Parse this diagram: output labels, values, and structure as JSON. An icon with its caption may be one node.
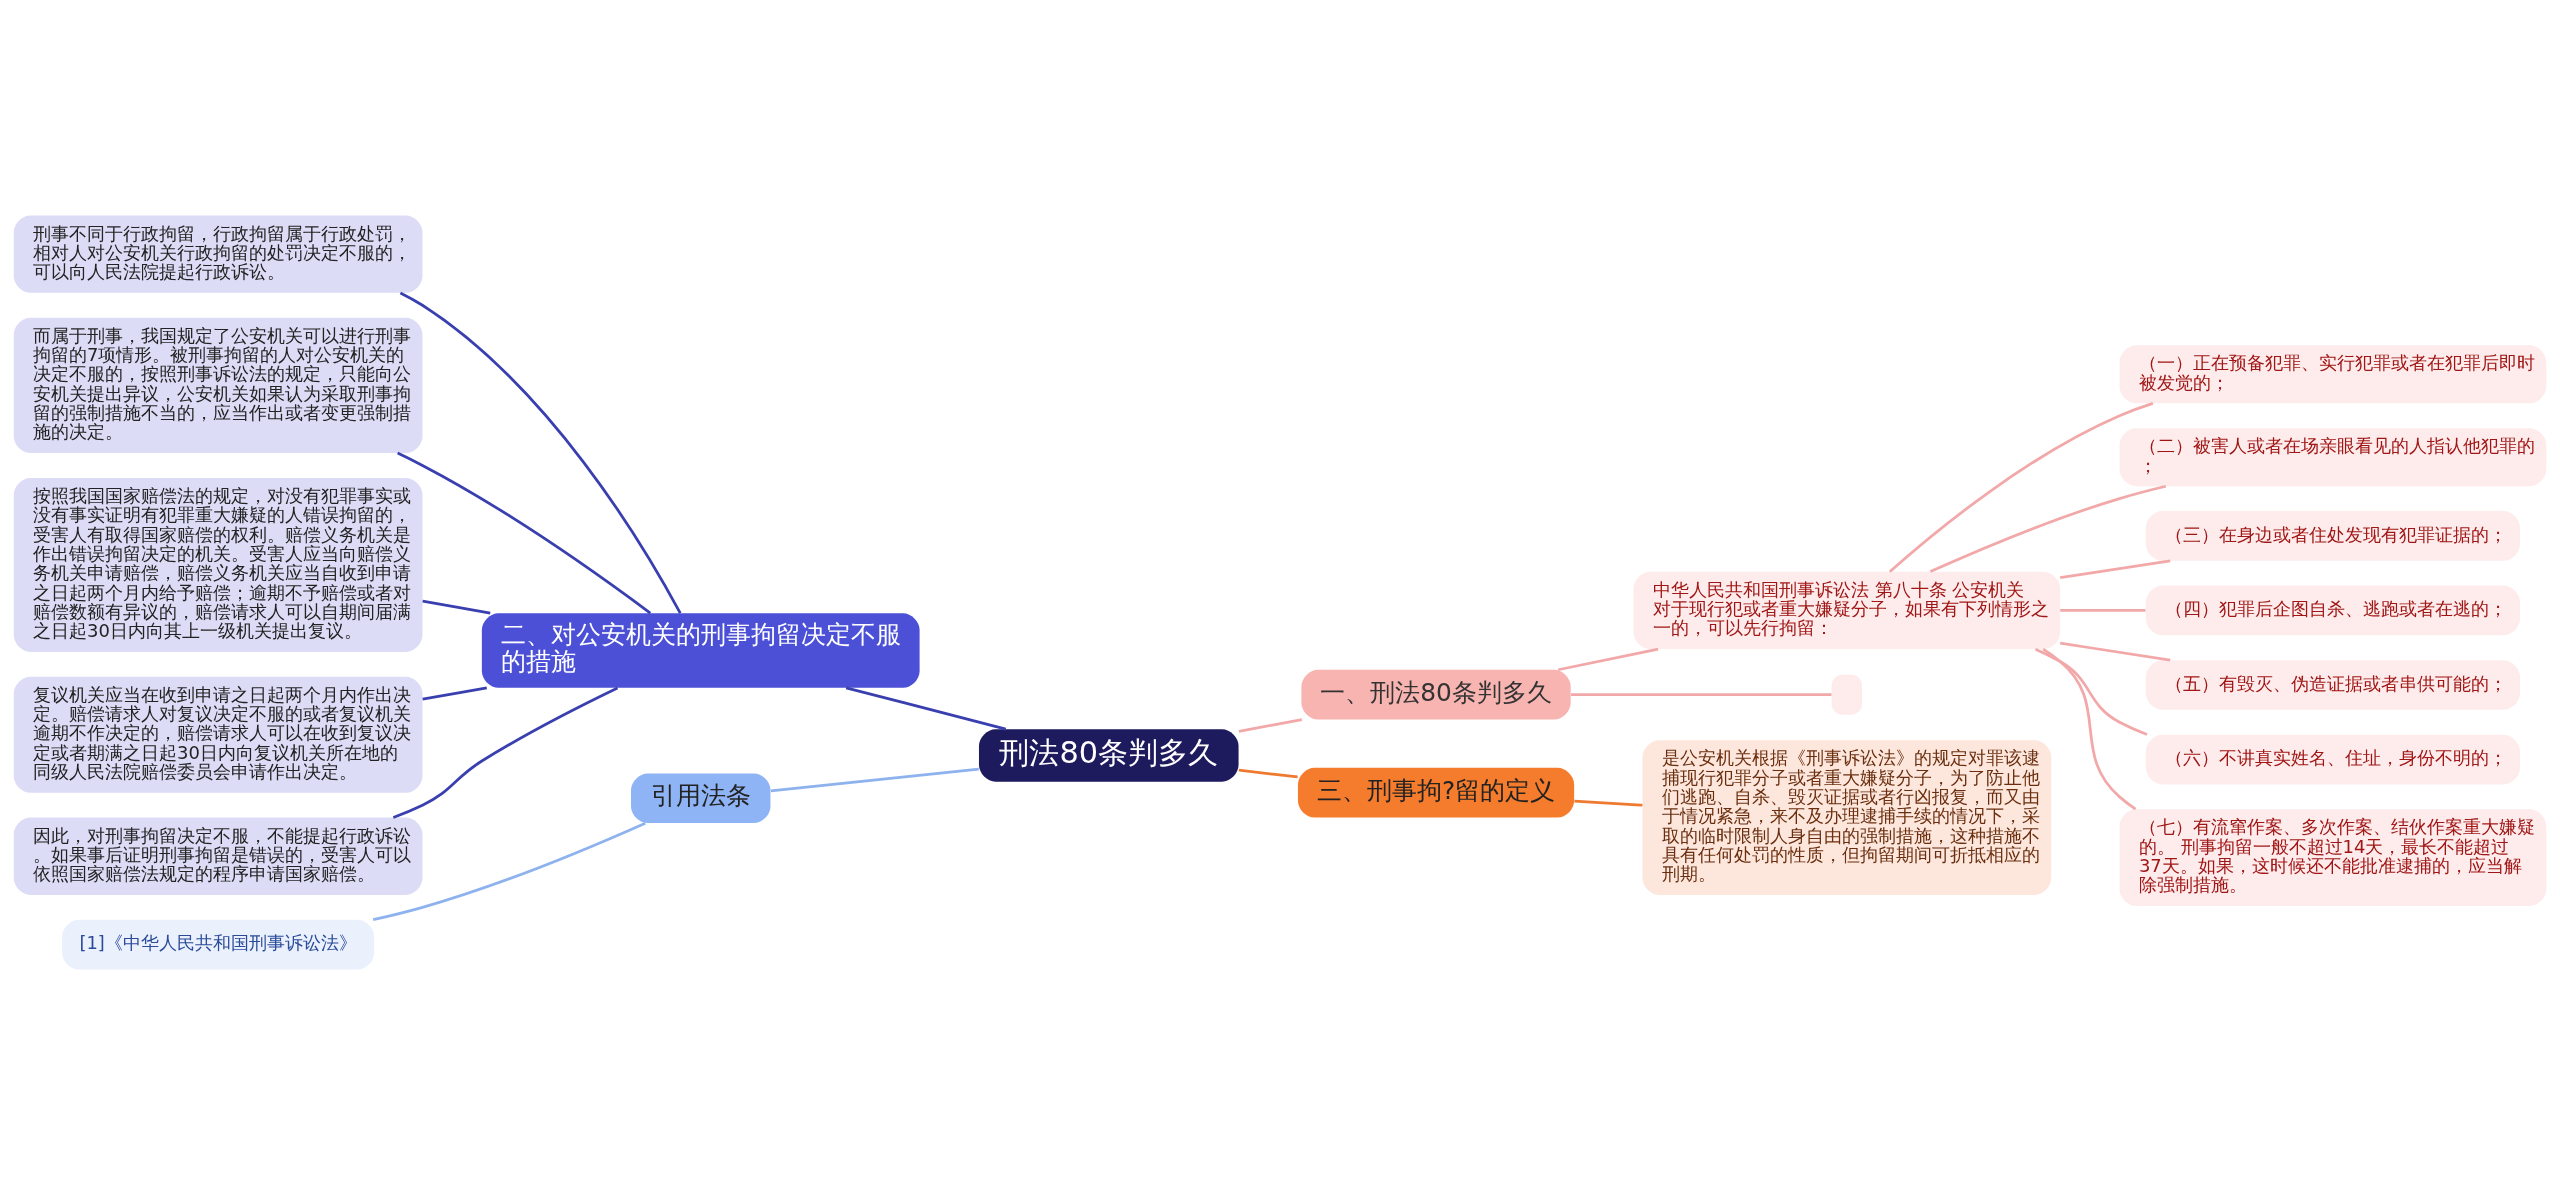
{
  "diagram": {
    "nodes": [
      {
        "text": [
          "刑法80条判多久"
        ]
      },
      {
        "text": [
          "一、刑法80条判多久"
        ]
      },
      {
        "text": [
          "中华人民共和国刑事诉讼法 第八十条 公安机关对于现行犯或者重大嫌疑分子，如果有下列情形之一的，可以先行拘留："
        ]
      },
      {
        "text": [
          "（一）正在预备犯罪、实行犯罪或者在犯罪后即时被发觉的；"
        ]
      },
      {
        "text": [
          "（二）被害人或者在场亲眼看见的人指认他犯罪的；"
        ]
      },
      {
        "text": [
          "（三）在身边或者住处发现有犯罪证据的；"
        ]
      },
      {
        "text": [
          "（四）犯罪后企图自杀、逃跑或者在逃的；"
        ]
      },
      {
        "text": [
          "（五）有毁灭、伪造证据或者串供可能的；"
        ]
      },
      {
        "text": [
          "（六）不讲真实姓名、住址，身份不明的；"
        ]
      },
      {
        "text": [
          "（七）有流窜作案、多次作案、结伙作案重大嫌疑的。 刑事拘留一般不超过14天，最长不能超过37天。如果，这时候还不能批准逮捕的，应当解除强制措施。"
        ]
      },
      {
        "text": [],
        "shape": "box"
      },
      {
        "text": [
          "二、对公安机关的刑事拘留决定不服的措施"
        ]
      },
      {
        "text": [
          "刑事不同于行政拘留，行政拘留属于行政处罚，相对人对公安机关行政拘留的处罚决定不服的，可以向人民法院提起行政诉讼。"
        ]
      },
      {
        "text": [
          "而属于刑事，我国规定了公安机关可以进行刑事拘留的7项情形。被刑事拘留的人对公安机关的决定不服的，按照刑事诉讼法的规定，只能向公安机关提出异议，公安机关如果认为采取刑事拘留的强制措施不当的，应当作出或者变更强制措施的决定。"
        ]
      },
      {
        "text": [
          "按照我国国家赔偿法的规定，对没有犯罪事实或没有事实证明有犯罪重大嫌疑的人错误拘留的，受害人有取得国家赔偿的权利。赔偿义务机关是作出错误拘留决定的机关。受害人应当向赔偿义务机关申请赔偿，赔偿义务机关应当自收到申请之日起两个月内给予赔偿；逾期不予赔偿或者对赔偿数额有异议的，赔偿请求人可以自期间届满之日起30日内向其上一级机关提出复议。"
        ]
      },
      {
        "text": [
          "复议机关应当在收到申请之日起两个月内作出决定。赔偿请求人对复议决定不服的或者复议机关逾期不作决定的，赔偿请求人可以在收到复议决定或者期满之日起30日内向复议机关所在地的同级人民法院赔偿委员会申请作出决定。"
        ]
      },
      {
        "text": [
          "因此，对刑事拘留决定不服，不能提起行政诉讼。如果事后证明刑事拘留是错误的，受害人可以依照国家赔偿法规定的程序申请国家赔偿。"
        ]
      },
      {
        "text": [
          "三、刑事拘?留的定义"
        ]
      },
      {
        "text": [
          "是公安机关根据《刑事诉讼法》的规定对罪该逮捕现行犯罪分子或者重大嫌疑分子，为了防止他们逃跑、自杀、毁灭证据或者行凶报复，而又由于情况紧急，来不及办理逮捕手续的情况下，采取的临时限制人身自由的强制措施，这种措施不具有任何处罚的性质，但拘留期间可折抵相应的刑期。"
        ]
      },
      {
        "text": [
          "引用法条"
        ]
      },
      {
        "text": [
          "[1]《中华人民共和国刑事诉讼法》"
        ]
      }
    ],
    "edges": [
      {
        "from": 0,
        "to": 1,
        "arrow": "none"
      },
      {
        "from": 1,
        "to": 2,
        "arrow": "none"
      },
      {
        "from": 2,
        "to": 3,
        "arrow": "none"
      },
      {
        "from": 2,
        "to": 4,
        "arrow": "none"
      },
      {
        "from": 2,
        "to": 5,
        "arrow": "none"
      },
      {
        "from": 2,
        "to": 6,
        "arrow": "none"
      },
      {
        "from": 2,
        "to": 7,
        "arrow": "none"
      },
      {
        "from": 2,
        "to": 8,
        "arrow": "none"
      },
      {
        "from": 2,
        "to": 9,
        "arrow": "none"
      },
      {
        "from": 1,
        "to": 10,
        "arrow": "none"
      },
      {
        "from": 0,
        "to": 11,
        "arrow": "none",
        "color": "#3a3fb0"
      },
      {
        "from": 11,
        "to": 12,
        "arrow": "none",
        "color": "#3a3fb0"
      },
      {
        "from": 11,
        "to": 13,
        "arrow": "none",
        "color": "#3a3fb0"
      },
      {
        "from": 11,
        "to": 14,
        "arrow": "none",
        "color": "#3a3fb0"
      },
      {
        "from": 11,
        "to": 15,
        "arrow": "none",
        "color": "#3a3fb0"
      },
      {
        "from": 11,
        "to": 16,
        "arrow": "none",
        "color": "#3a3fb0"
      },
      {
        "from": 0,
        "to": 17,
        "arrow": "none",
        "color": "#ee7a30"
      },
      {
        "from": 17,
        "to": 18,
        "arrow": "none",
        "color": "#ee7a30"
      },
      {
        "from": 0,
        "to": 19,
        "arrow": "none",
        "color": "#8db2ee"
      },
      {
        "from": 19,
        "to": 20,
        "arrow": "none",
        "color": "#8db2ee"
      }
    ]
  }
}
